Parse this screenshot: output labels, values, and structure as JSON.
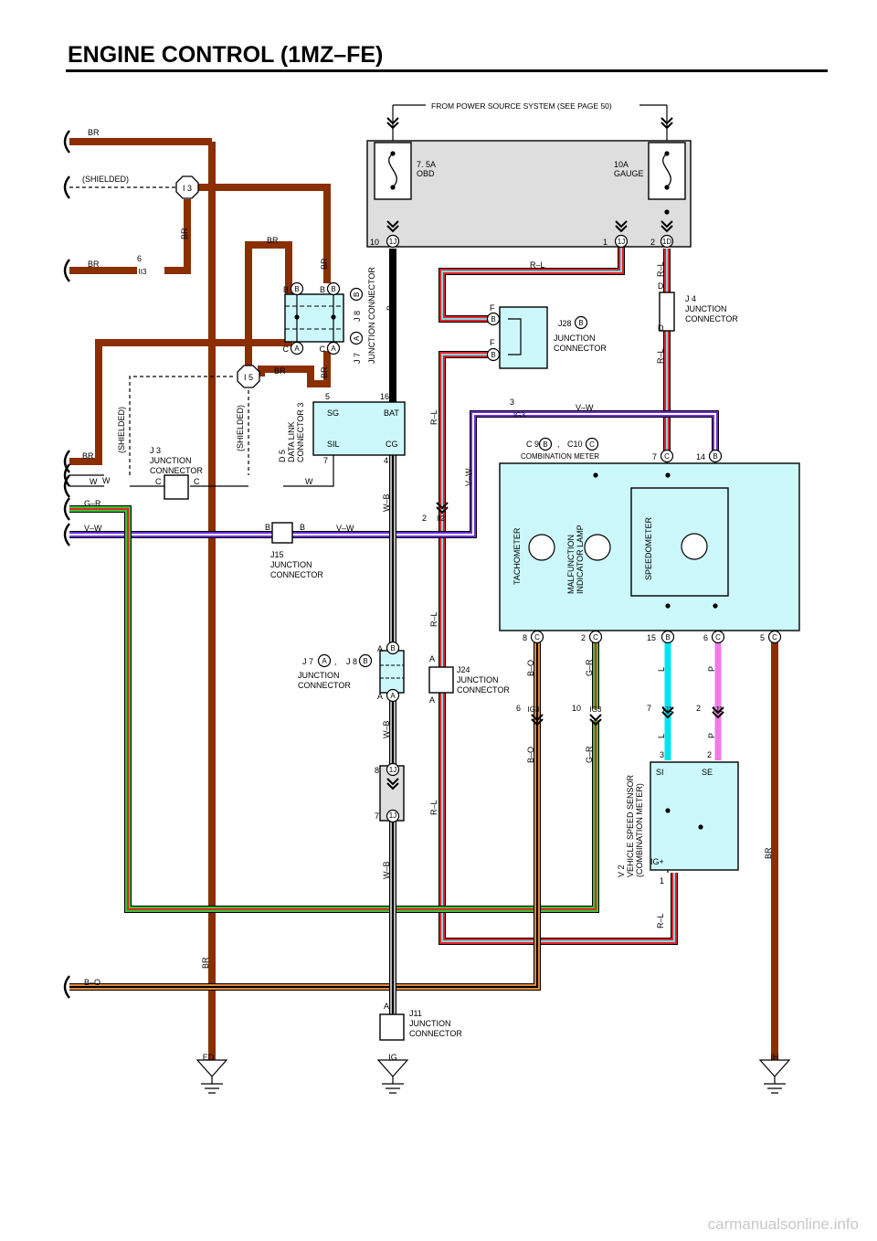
{
  "title": "ENGINE CONTROL (1MZ–FE)",
  "source_note": "FROM POWER SOURCE SYSTEM (SEE PAGE 50)",
  "watermark": "carmanualsonline.info",
  "fuses": [
    {
      "label": "7. 5A\nOBD"
    },
    {
      "label": "10A\nGAUGE"
    }
  ],
  "connector_labels": [
    {
      "text": "10"
    },
    {
      "text": "1J"
    },
    {
      "text": "1"
    },
    {
      "text": "1J"
    },
    {
      "text": "2"
    },
    {
      "text": "1D"
    },
    {
      "text": "I 3"
    },
    {
      "text": "6"
    },
    {
      "text": "II3"
    },
    {
      "text": "I 5"
    },
    {
      "text": "B"
    },
    {
      "text": "B"
    },
    {
      "text": "B"
    },
    {
      "text": "B"
    },
    {
      "text": "C"
    },
    {
      "text": "A"
    },
    {
      "text": "C"
    },
    {
      "text": "A"
    },
    {
      "text": "J 8"
    },
    {
      "text": "B"
    },
    {
      "text": "J 7"
    },
    {
      "text": "A"
    },
    {
      "text": "JUNCTION CONNECTOR"
    },
    {
      "text": "F"
    },
    {
      "text": "B"
    },
    {
      "text": "F"
    },
    {
      "text": "B"
    },
    {
      "text": "J28"
    },
    {
      "text": "B"
    },
    {
      "text": "JUNCTION"
    },
    {
      "text": "CONNECTOR"
    },
    {
      "text": "D"
    },
    {
      "text": "D"
    },
    {
      "text": "J 4"
    },
    {
      "text": "JUNCTION"
    },
    {
      "text": "CONNECTOR"
    },
    {
      "text": "5"
    },
    {
      "text": "16"
    },
    {
      "text": "SG"
    },
    {
      "text": "BAT"
    },
    {
      "text": "SIL"
    },
    {
      "text": "CG"
    },
    {
      "text": "7"
    },
    {
      "text": "4"
    },
    {
      "text": "D 5"
    },
    {
      "text": "DATA LINK"
    },
    {
      "text": "CONNECTOR 3"
    },
    {
      "text": "3"
    },
    {
      "text": "IG3"
    },
    {
      "text": "C 9"
    },
    {
      "text": "B"
    },
    {
      "text": ","
    },
    {
      "text": "C10"
    },
    {
      "text": "C"
    },
    {
      "text": "COMBINATION METER"
    },
    {
      "text": "7"
    },
    {
      "text": "C"
    },
    {
      "text": "14"
    },
    {
      "text": "B"
    },
    {
      "text": "J 3"
    },
    {
      "text": "JUNCTION"
    },
    {
      "text": "CONNECTOR"
    },
    {
      "text": "C"
    },
    {
      "text": "C"
    },
    {
      "text": "W"
    },
    {
      "text": "W"
    },
    {
      "text": "2"
    },
    {
      "text": "II2"
    },
    {
      "text": "B"
    },
    {
      "text": "B"
    },
    {
      "text": "J15"
    },
    {
      "text": "JUNCTION"
    },
    {
      "text": "CONNECTOR"
    },
    {
      "text": "TACHOMETER"
    },
    {
      "text": "MALFUNCTION"
    },
    {
      "text": "INDICATOR LAMP"
    },
    {
      "text": "SPEEDOMETER"
    },
    {
      "text": "8"
    },
    {
      "text": "C"
    },
    {
      "text": "2"
    },
    {
      "text": "C"
    },
    {
      "text": "15"
    },
    {
      "text": "B"
    },
    {
      "text": "6"
    },
    {
      "text": "C"
    },
    {
      "text": "5"
    },
    {
      "text": "C"
    },
    {
      "text": "A"
    },
    {
      "text": "B"
    },
    {
      "text": "A"
    },
    {
      "text": "A"
    },
    {
      "text": "J 7"
    },
    {
      "text": "A"
    },
    {
      "text": ","
    },
    {
      "text": "J 8"
    },
    {
      "text": "B"
    },
    {
      "text": "JUNCTION"
    },
    {
      "text": "CONNECTOR"
    },
    {
      "text": "A"
    },
    {
      "text": "A"
    },
    {
      "text": "J24"
    },
    {
      "text": "JUNCTION"
    },
    {
      "text": "CONNECTOR"
    },
    {
      "text": "6"
    },
    {
      "text": "IG3"
    },
    {
      "text": "10"
    },
    {
      "text": "IG3"
    },
    {
      "text": "7"
    },
    {
      "text": "IJ1"
    },
    {
      "text": "2"
    },
    {
      "text": "IJ1"
    },
    {
      "text": "3"
    },
    {
      "text": "2"
    },
    {
      "text": "SI"
    },
    {
      "text": "SE"
    },
    {
      "text": "IG+"
    },
    {
      "text": "1"
    },
    {
      "text": "V 2"
    },
    {
      "text": "VEHICLE SPEED SENSOR"
    },
    {
      "text": "(COMBINATION METER)"
    },
    {
      "text": "8"
    },
    {
      "text": "1J"
    },
    {
      "text": "7"
    },
    {
      "text": "1J"
    },
    {
      "text": "A"
    },
    {
      "text": "J11"
    },
    {
      "text": "JUNCTION"
    },
    {
      "text": "CONNECTOR"
    },
    {
      "text": "ED"
    },
    {
      "text": "IG"
    },
    {
      "text": "IH"
    }
  ],
  "wire_labels": [
    {
      "text": "BR"
    },
    {
      "text": "(SHIELDED)"
    },
    {
      "text": "BR"
    },
    {
      "text": "BR"
    },
    {
      "text": "BR"
    },
    {
      "text": "BR"
    },
    {
      "text": "BR"
    },
    {
      "text": "BR"
    },
    {
      "text": "B"
    },
    {
      "text": "R–L"
    },
    {
      "text": "R–L"
    },
    {
      "text": "R–L"
    },
    {
      "text": "R–L"
    },
    {
      "text": "V–W"
    },
    {
      "text": "V–W"
    },
    {
      "text": "(SHIELDED)"
    },
    {
      "text": "(SHIELDED)"
    },
    {
      "text": "BR"
    },
    {
      "text": "W"
    },
    {
      "text": "G–R"
    },
    {
      "text": "V–W"
    },
    {
      "text": "V–W"
    },
    {
      "text": "W–B"
    },
    {
      "text": "R–L"
    },
    {
      "text": "B–O"
    },
    {
      "text": "G–R"
    },
    {
      "text": "L"
    },
    {
      "text": "P"
    },
    {
      "text": "B–O"
    },
    {
      "text": "G–R"
    },
    {
      "text": "L"
    },
    {
      "text": "P"
    },
    {
      "text": "W–B"
    },
    {
      "text": "R–L"
    },
    {
      "text": "W–B"
    },
    {
      "text": "BR"
    },
    {
      "text": "R–L"
    },
    {
      "text": "BR"
    },
    {
      "text": "B–O"
    }
  ],
  "colors": {
    "brown": "#8b2e00",
    "black": "#000000",
    "red_l": "#e8222a",
    "light_blue": "#7fd9e6",
    "violet": "#6a2fd6",
    "green": "#37c53a",
    "cyan": "#00e4f0",
    "pink": "#f07ae8",
    "orange": "#e08a40",
    "fuse_box": "#dedede",
    "meter_fill": "#ccf8fb",
    "conn_fill": "#ccf8fb"
  }
}
